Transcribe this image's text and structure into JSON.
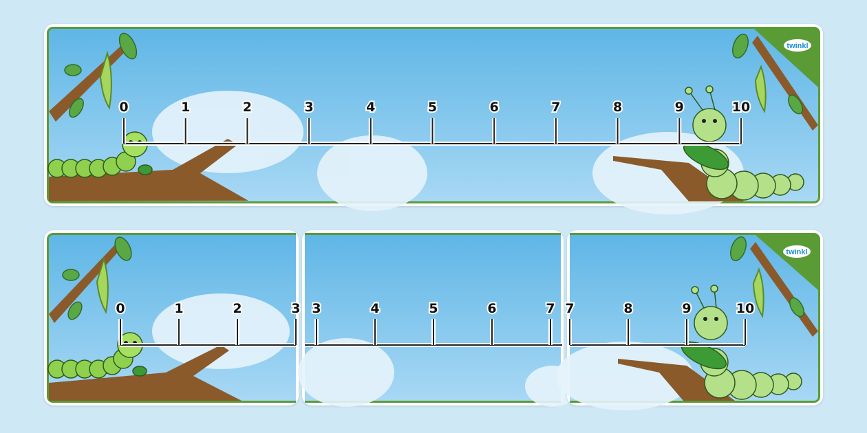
{
  "brand": {
    "logo_text": "twinkl"
  },
  "full_line": {
    "labels": [
      "0",
      "1",
      "2",
      "3",
      "4",
      "5",
      "6",
      "7",
      "8",
      "9",
      "10"
    ]
  },
  "segments": [
    {
      "labels": [
        "0",
        "1",
        "2",
        "3"
      ]
    },
    {
      "labels": [
        "3",
        "4",
        "5",
        "6",
        "7"
      ]
    },
    {
      "labels": [
        "7",
        "8",
        "9",
        "10"
      ]
    }
  ],
  "colors": {
    "background": "#cfe8f6",
    "frame_green": "#5a9b35",
    "sky_top": "#5fb6e6",
    "sky_bottom": "#a8d8f4",
    "branch": "#8a5a2b",
    "caterpillar": "#8fd14f"
  }
}
